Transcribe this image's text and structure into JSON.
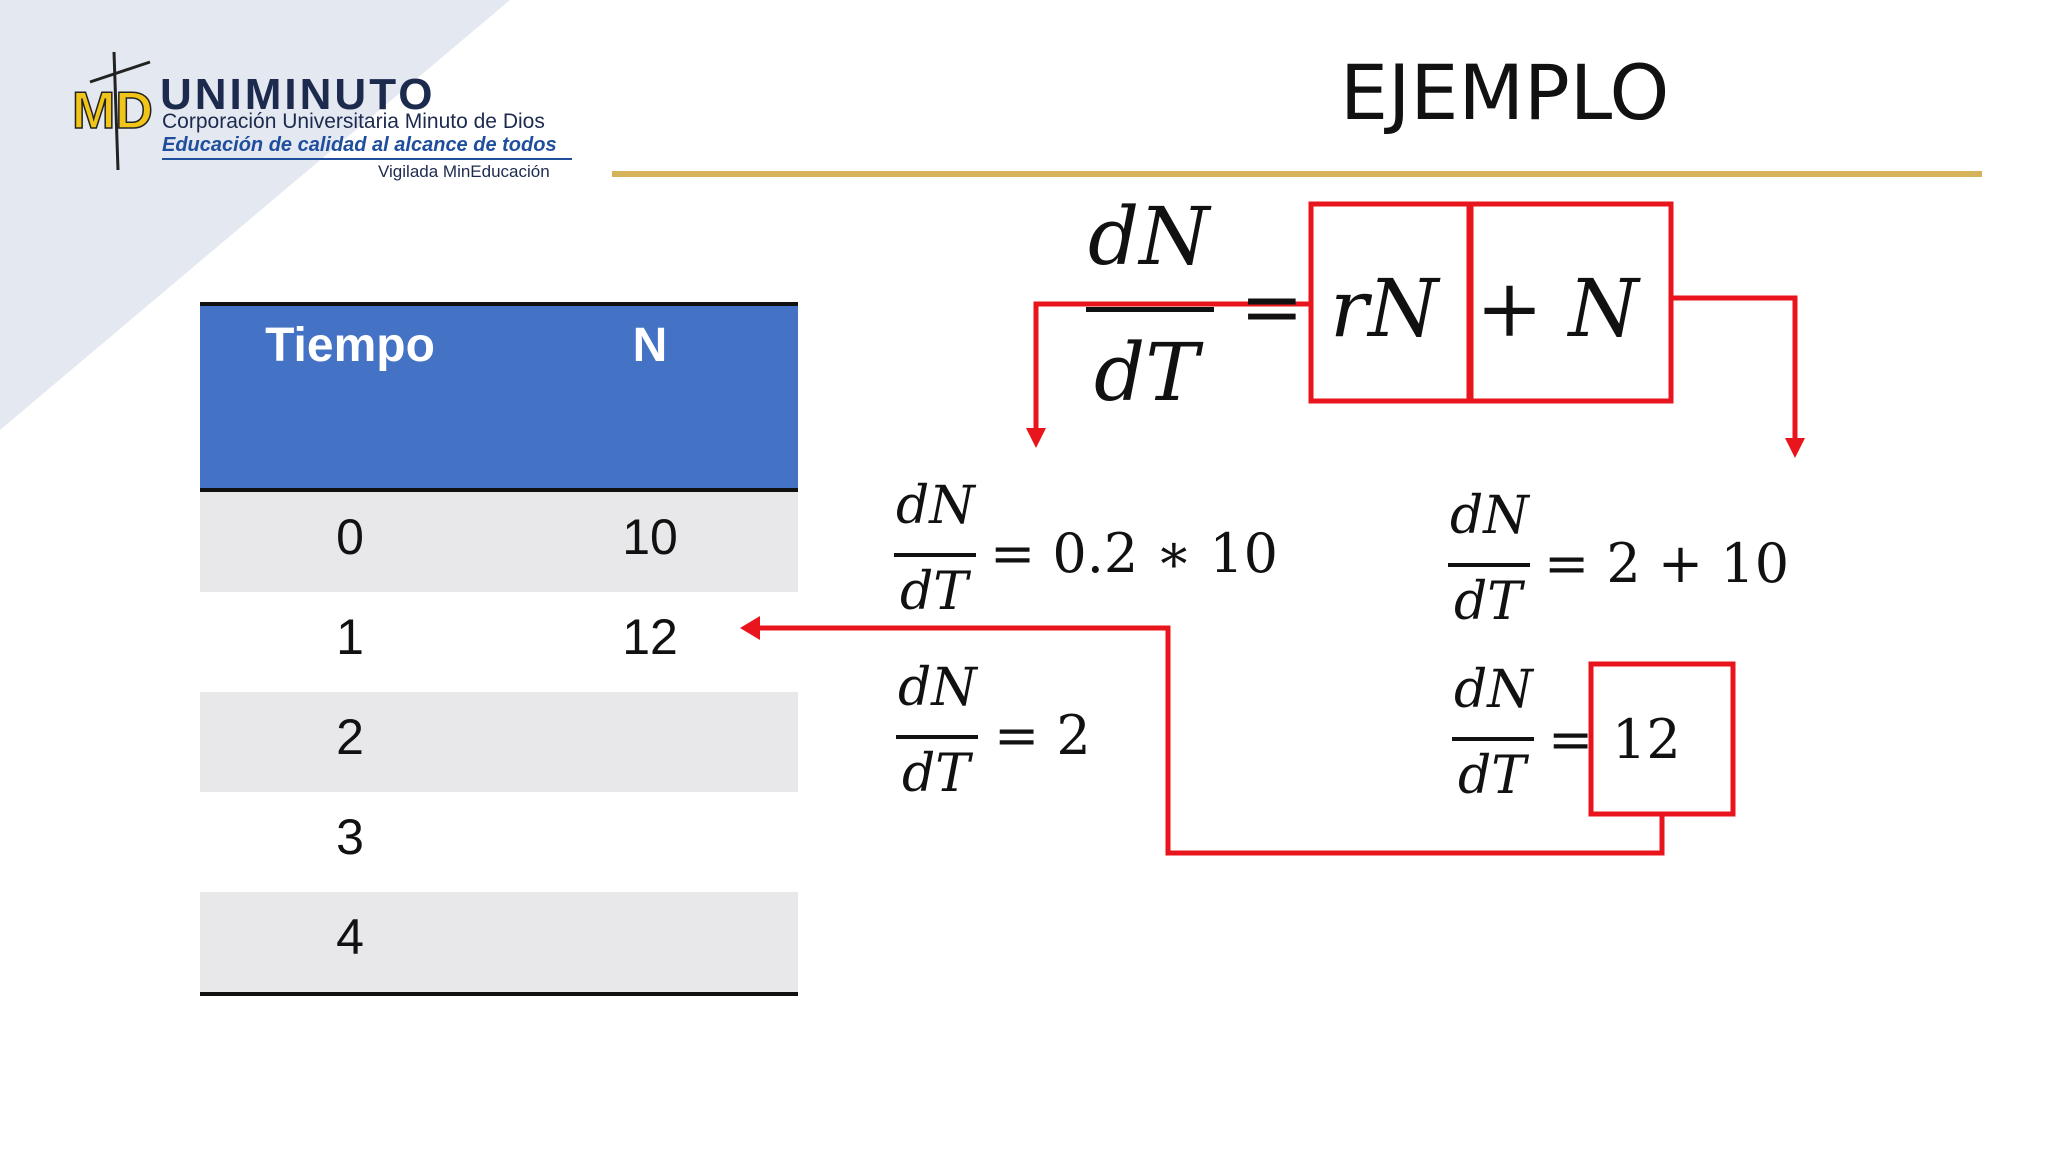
{
  "header": {
    "title": "EJEMPLO",
    "logo": {
      "name": "UNIMINUTO",
      "line1": "Corporación Universitaria Minuto de Dios",
      "line2": "Educación de calidad al alcance de todos",
      "line3": "Vigilada MinEducación",
      "mark": "MD"
    }
  },
  "table": {
    "headers": [
      "Tiempo",
      "N"
    ],
    "rows": [
      [
        "0",
        "10"
      ],
      [
        "1",
        "12"
      ],
      [
        "2",
        ""
      ],
      [
        "3",
        ""
      ],
      [
        "4",
        ""
      ]
    ]
  },
  "equations": {
    "main": {
      "num": "dN",
      "den": "dT",
      "eq": "=",
      "term1": "rN",
      "term2": "+ N"
    },
    "left1": {
      "num": "dN",
      "den": "dT",
      "rhs": "= 0.2 ∗ 10"
    },
    "left2": {
      "num": "dN",
      "den": "dT",
      "rhs": "= 2"
    },
    "right1": {
      "num": "dN",
      "den": "dT",
      "rhs": "= 2 + 10"
    },
    "right2": {
      "num": "dN",
      "den": "dT",
      "eq": "=",
      "boxed": "12"
    }
  },
  "colors": {
    "accent_red": "#e8161c",
    "table_header": "#4472c4",
    "gold_rule": "#d6b25a"
  }
}
